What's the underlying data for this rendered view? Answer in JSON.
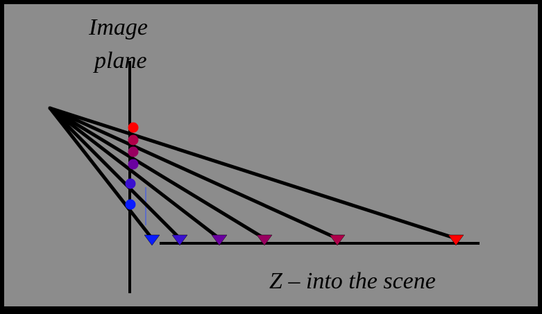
{
  "diagram": {
    "title_lines": [
      "Image",
      "plane"
    ],
    "z_axis_label": "Z – into the scene",
    "colors": {
      "background": "#8c8c8c",
      "border": "#000000",
      "lines": "#000000"
    },
    "rays": [
      {
        "color": "#ff0000"
      },
      {
        "color": "#b0004a"
      },
      {
        "color": "#980060"
      },
      {
        "color": "#6a00a0"
      },
      {
        "color": "#3a10d0"
      },
      {
        "color": "#0a1cff"
      }
    ]
  }
}
